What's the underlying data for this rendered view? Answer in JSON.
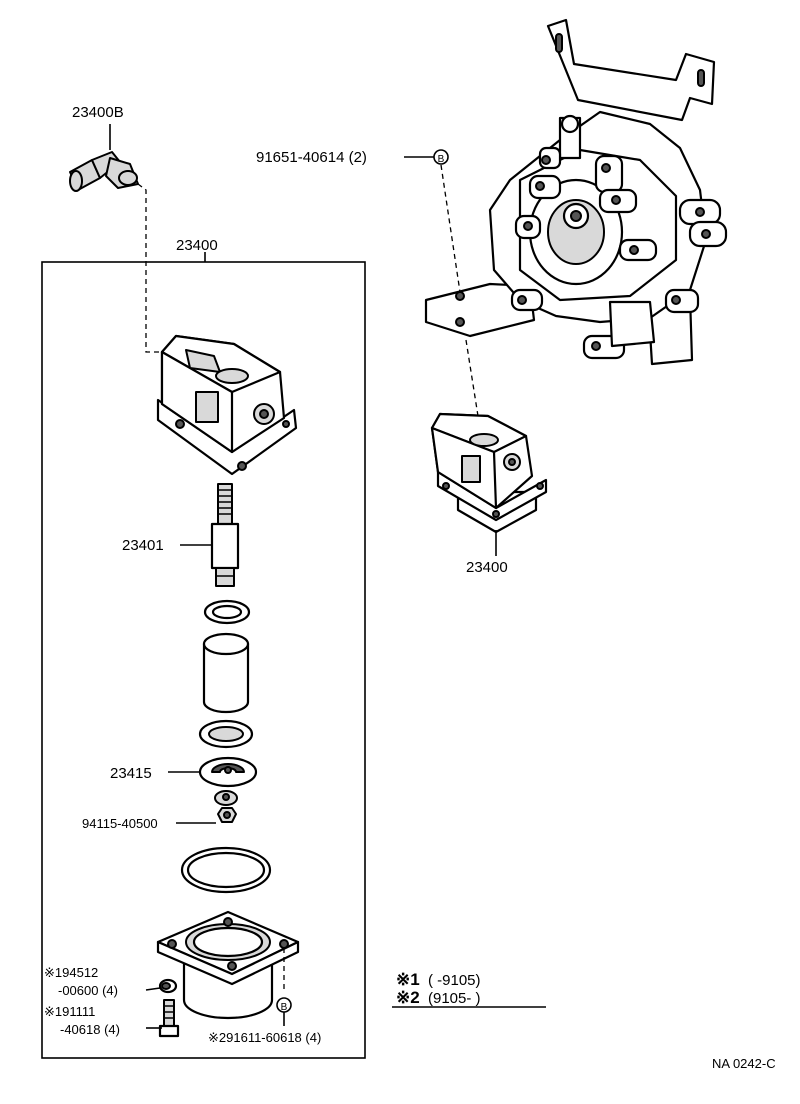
{
  "diagram": {
    "labels": {
      "top_elbow": "23400B",
      "housing_group": "23400",
      "shaft": "23401",
      "valve_disc": "23415",
      "nut": "94115-40500",
      "bolt_b": "91651-40614 (2)",
      "assembly": "23400",
      "washer_line1": "※194512",
      "washer_line2": "-00600 (4)",
      "bolt_line1": "※191111",
      "bolt_line2": "-40618 (4)",
      "bottom_bolt": "※291611-60618 (4)",
      "code": "NA 0242-C"
    },
    "markers": {
      "b_top": "B",
      "b_bottom": "B"
    },
    "legend": {
      "row1_mark": "※1",
      "row1_text": "(        -9105)",
      "row2_mark": "※2",
      "row2_text": "(9105-        )"
    }
  }
}
